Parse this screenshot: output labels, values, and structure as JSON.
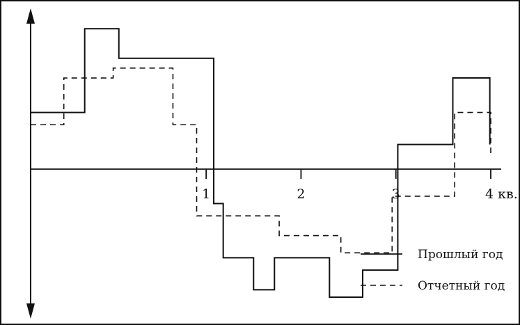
{
  "chart_data": {
    "type": "line",
    "step": true,
    "title": "",
    "xlabel": "",
    "ylabel": "",
    "xlim": [
      -0.85,
      4.0
    ],
    "ylim": [
      -5.85,
      6.3
    ],
    "grid": false,
    "legend_position": "bottom-right",
    "x_ticks": [
      {
        "value": 1,
        "label": "1"
      },
      {
        "value": 2,
        "label": "2"
      },
      {
        "value": 3,
        "label": "3"
      },
      {
        "value": 4,
        "label": "4 кв."
      }
    ],
    "series": [
      {
        "name": "Прошлый год",
        "style": "solid",
        "color": "#111111",
        "x": [
          -0.85,
          -0.5,
          -0.28,
          0.08,
          0.85,
          1.08,
          1.18,
          1.5,
          1.72,
          2.1,
          2.3,
          2.65,
          2.78,
          3.02,
          3.6,
          3.99
        ],
        "y": [
          2.3,
          2.3,
          5.7,
          4.5,
          4.5,
          -1.4,
          -3.6,
          -4.9,
          -3.6,
          -3.6,
          -5.2,
          -4.1,
          -4.1,
          1.0,
          3.7,
          1.0
        ]
      },
      {
        "name": "Отчетный год",
        "style": "dashed",
        "color": "#111111",
        "x": [
          -0.85,
          -0.68,
          -0.5,
          -0.2,
          0.02,
          0.45,
          0.65,
          0.9,
          1.1,
          1.43,
          1.77,
          2.22,
          2.42,
          2.83,
          2.96,
          3.62,
          4.0
        ],
        "y": [
          1.8,
          1.8,
          3.7,
          3.7,
          4.1,
          4.1,
          1.8,
          -1.9,
          -1.9,
          -1.9,
          -2.7,
          -2.7,
          -3.4,
          -3.4,
          -1.1,
          2.3,
          0.6
        ]
      }
    ]
  },
  "legend": {
    "items": [
      {
        "label": "Прошлый год",
        "style": "solid"
      },
      {
        "label": "Отчетный год",
        "style": "dashed"
      }
    ]
  }
}
